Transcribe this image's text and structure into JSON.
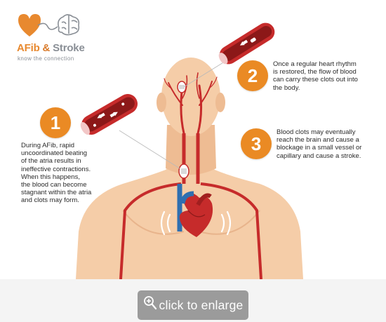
{
  "logo": {
    "word1": "AFib",
    "amp": "&",
    "word2": "Stroke",
    "tagline": "know the connection"
  },
  "steps": [
    {
      "number": "1",
      "text": "During AFib, rapid\nuncoordinated beating\nof the atria results in\nineffective contractions.\nWhen this happens,\nthe blood can become\nstagnant within the atria\nand clots may form."
    },
    {
      "number": "2",
      "text": "Once a regular heart rhythm\nis restored, the flow of blood\ncan carry these clots out into\nthe body."
    },
    {
      "number": "3",
      "text": "Blood clots may eventually\nreach the brain and cause a\nblockage in a small vessel or\ncapillary and cause a stroke."
    }
  ],
  "enlarge_button": {
    "label": "click to enlarge"
  },
  "colors": {
    "accent_orange": "#ea8a24",
    "skin": "#f5cda8",
    "artery_red": "#c62b2b",
    "vein_blue": "#2f6fb0",
    "button_gray": "#9b9b9b"
  },
  "icons": [
    "heart-icon",
    "brain-icon",
    "zoom-icon",
    "clot-icon"
  ]
}
